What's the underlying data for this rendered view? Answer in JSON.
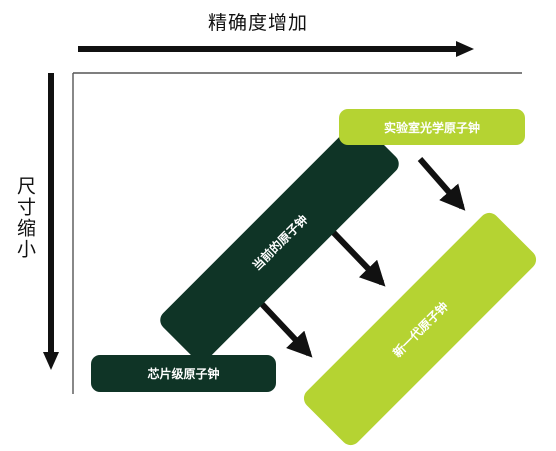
{
  "labels": {
    "x_axis_title": "精确度增加",
    "y_axis_title": "尺寸缩小",
    "current_clock": "当前的原子钟",
    "lab_optical_clock": "实验室光学原子钟",
    "chip_clock": "芯片级原子钟",
    "next_gen_clock": "新一代原子钟"
  },
  "colors": {
    "dark_green": "#0f3426",
    "lime_green": "#b5d332",
    "axis_gray": "#555555",
    "arrow_black": "#111111"
  }
}
